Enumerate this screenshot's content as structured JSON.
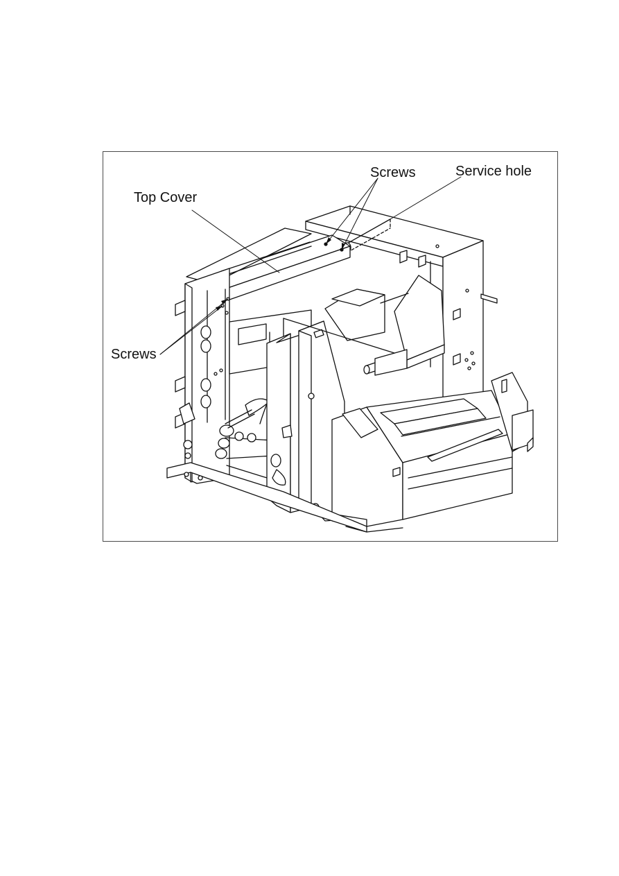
{
  "figure": {
    "labels": {
      "top_cover": "Top Cover",
      "screws_top": "Screws",
      "service_hole": "Service hole",
      "screws_left": "Screws"
    }
  }
}
